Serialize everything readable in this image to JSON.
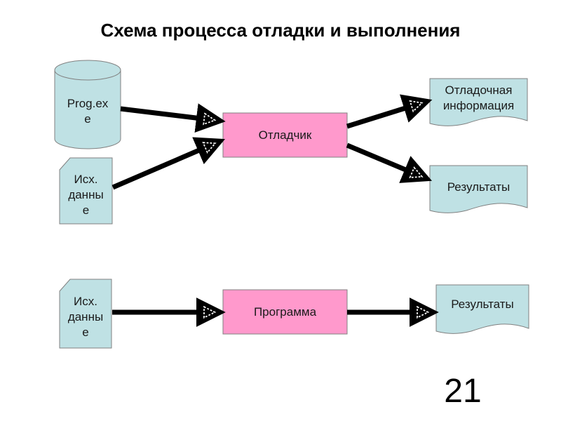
{
  "title": "Схема процесса отладки и выполнения",
  "colors": {
    "data_fill": "#bfe1e4",
    "process_fill": "#ff99cc",
    "arrow": "#000000",
    "outline": "#808080"
  },
  "nodes": {
    "prog_exe": {
      "label": "Prog.exe",
      "lines": [
        "Prog.ex",
        "e"
      ],
      "shape": "cylinder"
    },
    "input_data_top": {
      "label": "Исх. данные",
      "lines": [
        "Исх.",
        "данны",
        "е"
      ],
      "shape": "card"
    },
    "debugger": {
      "label": "Отладчик",
      "shape": "process"
    },
    "debug_info": {
      "label": "Отладочная информация",
      "lines": [
        "Отладочная",
        "информация"
      ],
      "shape": "document"
    },
    "results_top": {
      "label": "Результаты",
      "shape": "document"
    },
    "input_data_bottom": {
      "label": "Исх. данные",
      "lines": [
        "Исх.",
        "данны",
        "е"
      ],
      "shape": "card"
    },
    "program": {
      "label": "Программа",
      "shape": "process"
    },
    "results_bottom": {
      "label": "Результаты",
      "shape": "document"
    }
  },
  "edges": [
    {
      "from": "prog_exe",
      "to": "debugger"
    },
    {
      "from": "input_data_top",
      "to": "debugger"
    },
    {
      "from": "debugger",
      "to": "debug_info"
    },
    {
      "from": "debugger",
      "to": "results_top"
    },
    {
      "from": "input_data_bottom",
      "to": "program"
    },
    {
      "from": "program",
      "to": "results_bottom"
    }
  ],
  "page_number": "21"
}
